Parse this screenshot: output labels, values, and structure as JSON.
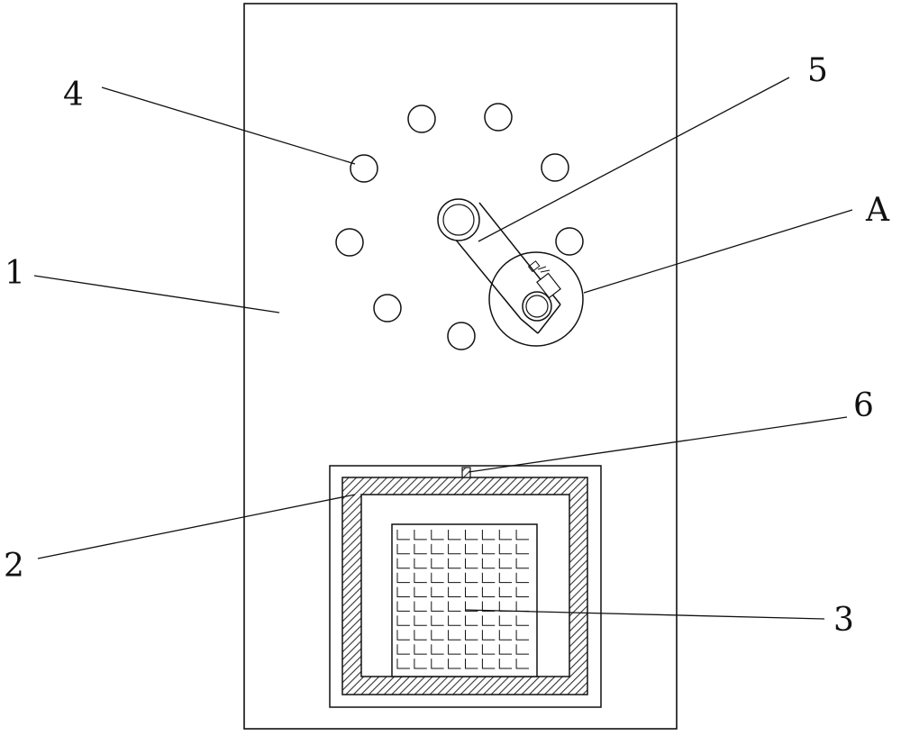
{
  "colors": {
    "line": "#111111",
    "background": "#ffffff",
    "hatch": "#333333"
  },
  "callouts": {
    "housing_panel": "1",
    "insulated_frame": "2",
    "mesh_grid": "3",
    "peg_holes": "4",
    "crank_arm": "5",
    "sensor_marker": "6",
    "detail_a": "A"
  },
  "components": {
    "peg_hole_count": 8,
    "mesh_columns": 8,
    "mesh_rows": 10
  }
}
